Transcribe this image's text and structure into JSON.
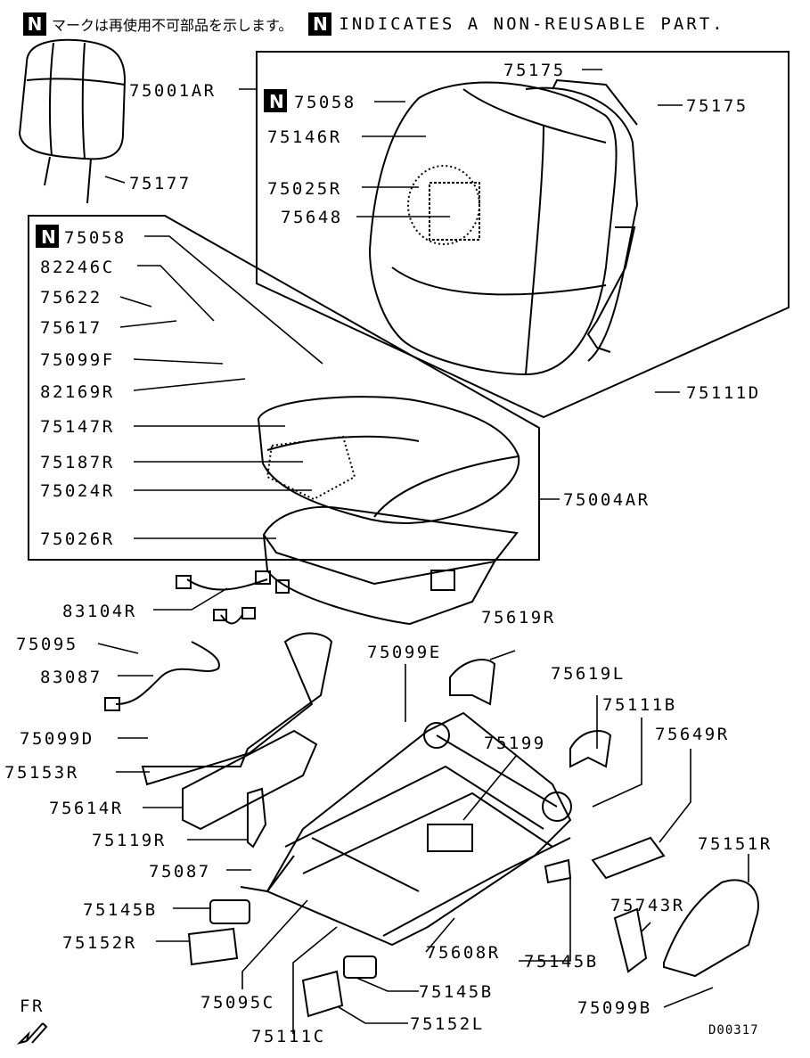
{
  "header": {
    "badge": "N",
    "japanese_text": "マークは再使用不可部品を示します。",
    "english_text": "INDICATES A NON-REUSABLE PART."
  },
  "parts": {
    "p75001AR": "75001AR",
    "p75177": "75177",
    "p75058a": "75058",
    "p75146R": "75146R",
    "p75025R": "75025R",
    "p75648": "75648",
    "p75175a": "75175",
    "p75175b": "75175",
    "p75111D": "75111D",
    "p75058b": "75058",
    "p82246C": "82246C",
    "p75622": "75622",
    "p75617": "75617",
    "p75099F": "75099F",
    "p82169R": "82169R",
    "p75147R": "75147R",
    "p75187R": "75187R",
    "p75024R": "75024R",
    "p75026R": "75026R",
    "p75004AR": "75004AR",
    "p83104R": "83104R",
    "p75095": "75095",
    "p83087": "83087",
    "p75099D": "75099D",
    "p75153R": "75153R",
    "p75614R": "75614R",
    "p75119R": "75119R",
    "p75087": "75087",
    "p75145Ba": "75145B",
    "p75152R": "75152R",
    "p75095C": "75095C",
    "p75111C": "75111C",
    "p75152L": "75152L",
    "p75145Bb": "75145B",
    "p75608R": "75608R",
    "p75145Bc": "75145B",
    "p75099E": "75099E",
    "p75619R": "75619R",
    "p75619L": "75619L",
    "p75111B": "75111B",
    "p75199": "75199",
    "p75649R": "75649R",
    "p75151R": "75151R",
    "p75743R": "75743R",
    "p75099B": "75099B"
  },
  "direction_label": "FR",
  "diagram_code": "D00317"
}
